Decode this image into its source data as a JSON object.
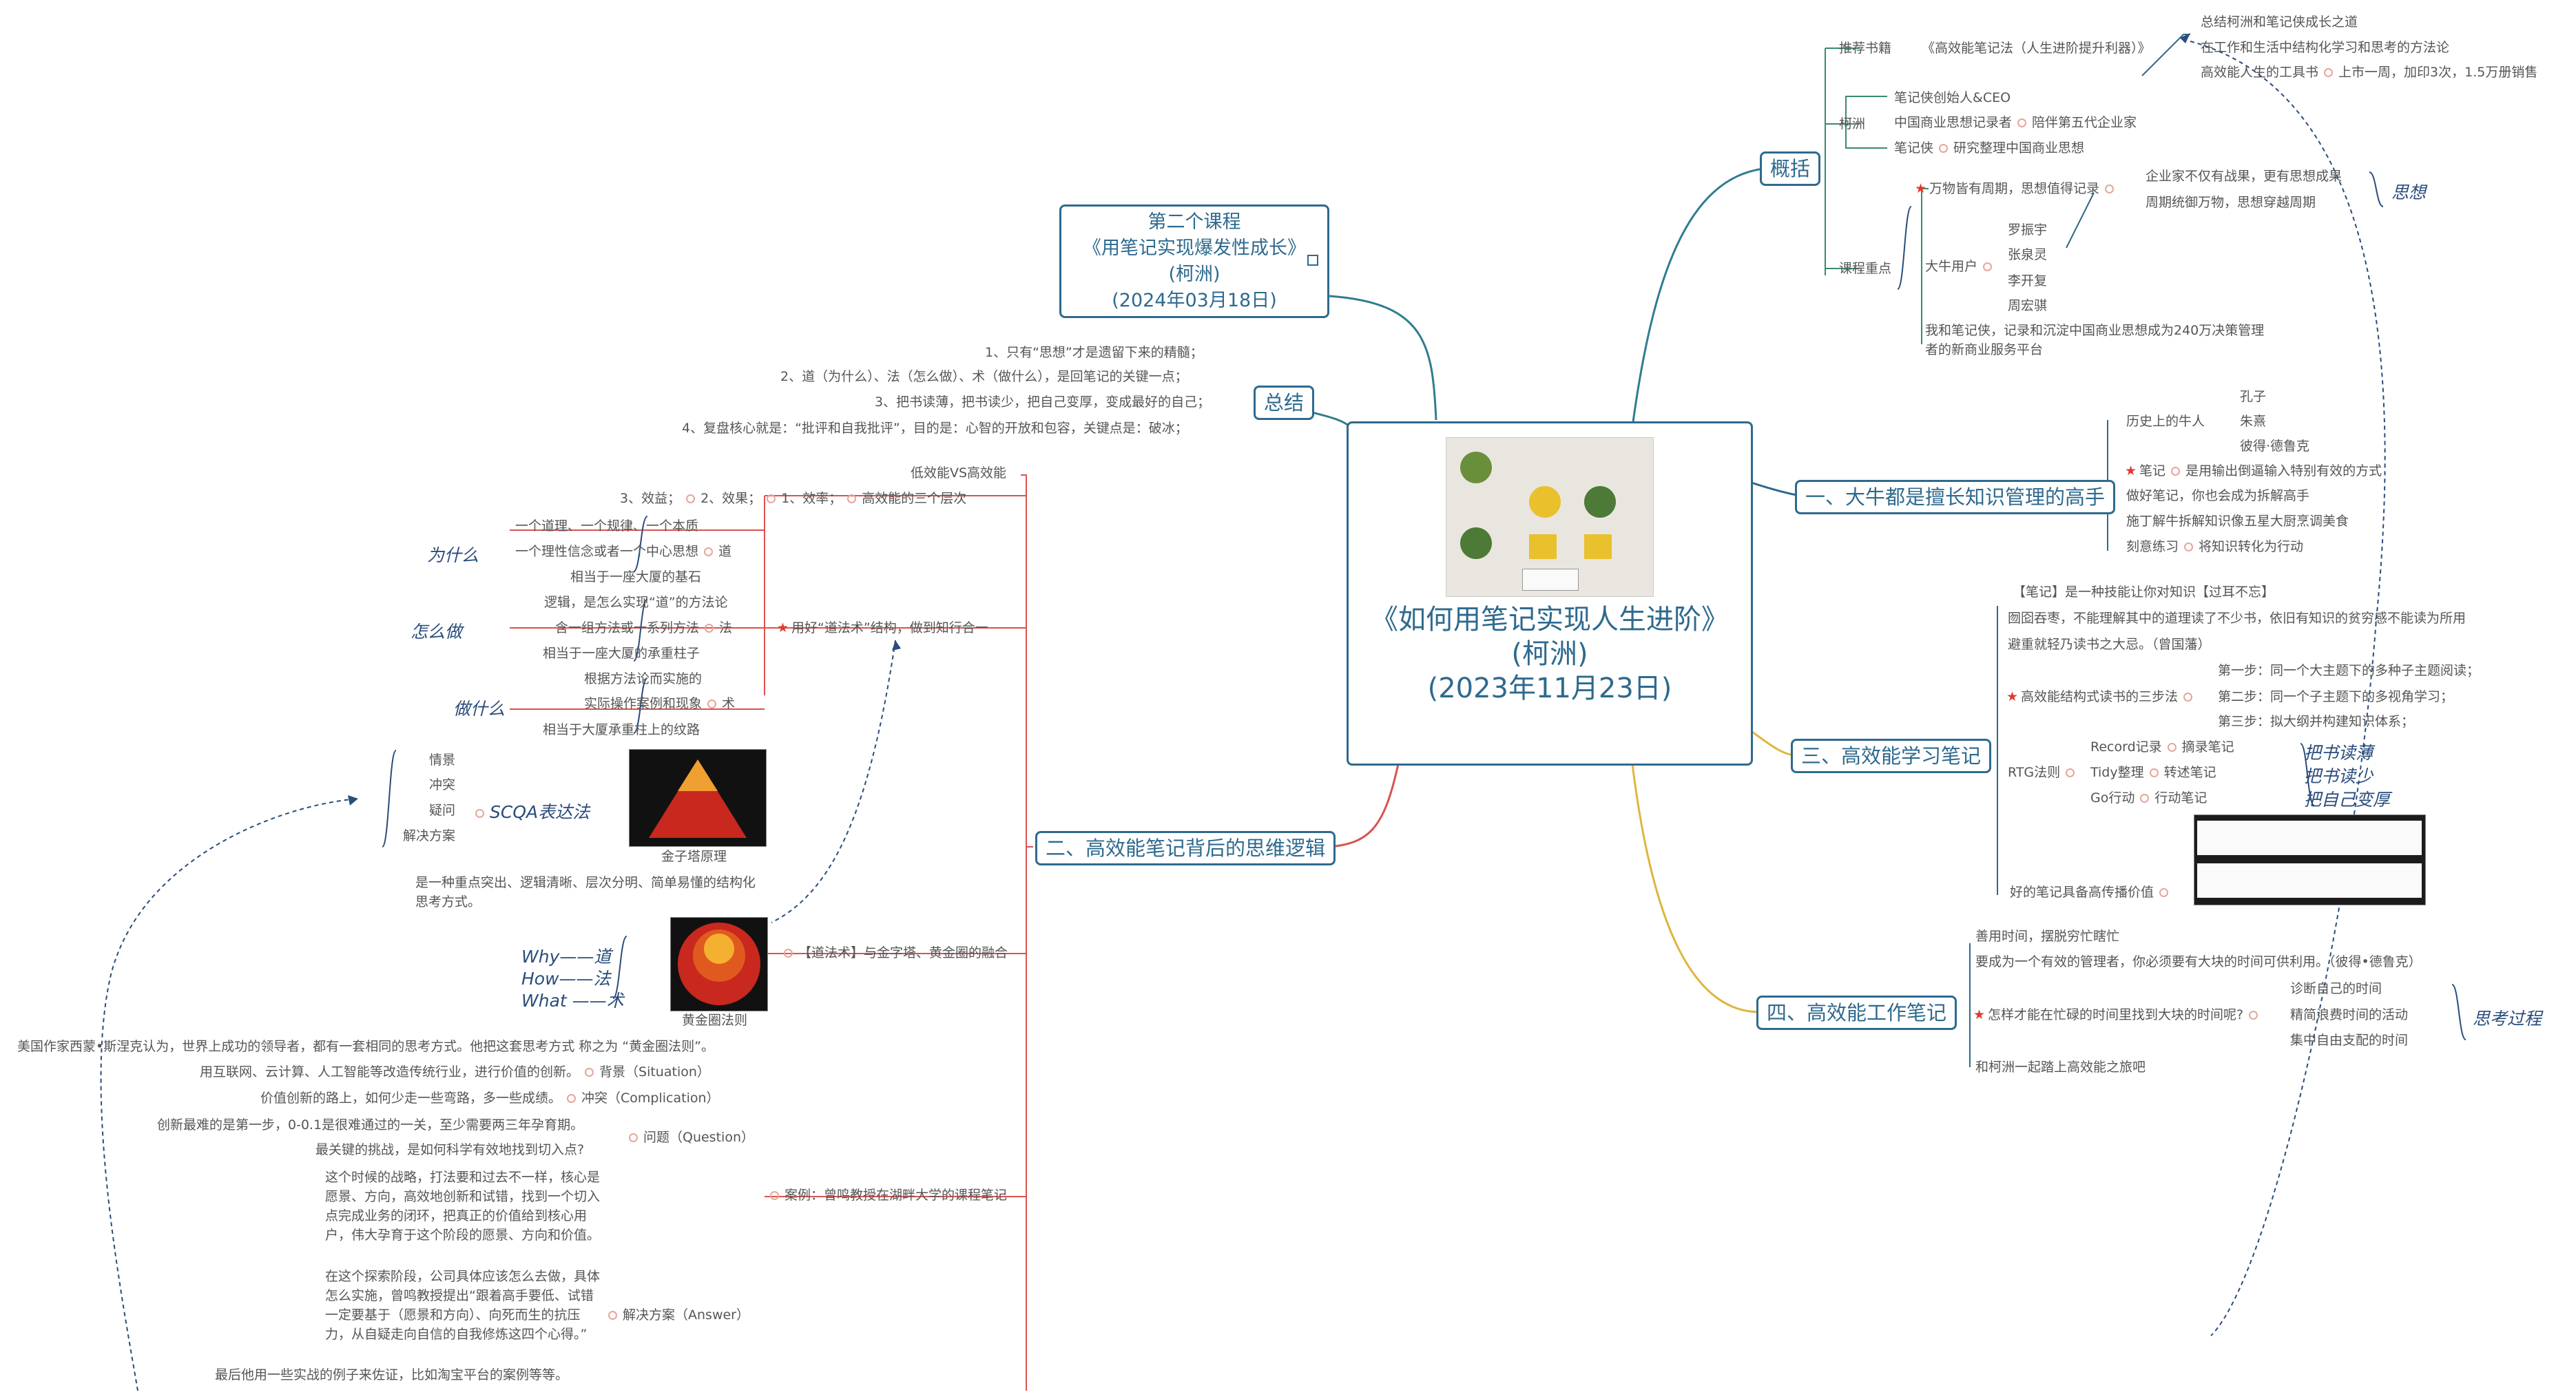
{
  "center": {
    "line1": "《如何用笔记实现人生进阶》",
    "line2": "(柯洲)",
    "line3": "(2023年11月23日)"
  },
  "course2": {
    "line1": "第二个课程",
    "line2": "《用笔记实现爆发性成长》",
    "line3": "(柯洲)",
    "line4": "(2024年03月18日)"
  },
  "overview": {
    "title": "概括",
    "rec_label": "推荐书籍",
    "rec_book": "《高效能笔记法（人生进阶提升利器）》",
    "rec_items": [
      "总结柯洲和笔记侠成长之道",
      "在工作和生活中结构化学习和思考的方法论",
      "高效能人生的工具书",
      "上市一周，加印3次，1.5万册销售"
    ],
    "ke_label": "柯洲",
    "ke_items": [
      "笔记侠创始人&CEO",
      "中国商业思想记录者",
      "陪伴第五代企业家",
      "笔记侠",
      "研究整理中国商业思想"
    ],
    "focus_label": "课程重点",
    "f1": "万物皆有周期，思想值得记录",
    "f1a": "企业家不仅有战果，更有思想成果",
    "f1b": "周期统御万物，思想穿越周期",
    "thought": "思想",
    "bigcow": "大牛用户",
    "cows": [
      "罗振宇",
      "张泉灵",
      "李开复",
      "周宏骐"
    ],
    "f3": "我和笔记侠，记录和沉淀中国商业思想成为240万决策管理者的新商业服务平台"
  },
  "summary": {
    "title": "总结",
    "items": [
      "1、只有“思想”才是遗留下来的精髓；",
      "2、道（为什么）、法（怎么做）、术（做什么），是回笔记的关键一点；",
      "3、把书读薄，把书读少，把自己变厚，变成最好的自己；",
      "4、复盘核心就是：“批评和自我批评”，目的是：心智的开放和包容，关键点是：破冰；"
    ]
  },
  "sec1": {
    "title": "一、大牛都是擅长知识管理的高手",
    "hist": "历史上的牛人",
    "names": [
      "孔子",
      "朱熹",
      "彼得·德鲁克"
    ],
    "note_label": "笔记",
    "note_desc": "是用输出倒逼输入特别有效的方式",
    "i2": "做好笔记，你也会成为拆解高手",
    "i3": "施丁解牛拆解知识像五星大厨烹调美食",
    "i4": "刻意练习",
    "i4b": "将知识转化为行动"
  },
  "sec2": {
    "title": "二、高效能笔记背后的思维逻辑",
    "levels_head": "低效能VS高效能",
    "levels": [
      "3、效益；",
      "2、效果；",
      "1、效率；",
      "高效能的三个层次"
    ],
    "dao": [
      "一个道理、一个规律、一个本质",
      "一个理性信念或者一个中心思想",
      "相当于一座大厦的基石"
    ],
    "dao_label": "道",
    "why": "为什么",
    "fa": [
      "逻辑，是怎么实现“道”的方法论",
      "含一组方法或一系列方法",
      "相当于一座大厦的承重柱子"
    ],
    "fa_label": "法",
    "how": "怎么做",
    "shu": [
      "根据方法论而实施的",
      "实际操作案例和现象",
      "相当于大厦承重柱上的纹路"
    ],
    "shu_label": "术",
    "what": "做什么",
    "ydfs": "用好“道法术”结构，做到知行合一",
    "scqa_items": [
      "情景",
      "冲突",
      "疑问",
      "解决方案"
    ],
    "scqa": "SCQA表达法",
    "pyramid": "金子塔原理",
    "pyr_desc": "是一种重点突出、逻辑清晰、层次分明、简单易懂的结构化思考方式。",
    "wd": [
      "Why——道",
      "How——法",
      "What ——术"
    ],
    "golden": "黄金圈法则",
    "merge": "【道法术】与金字塔、黄金圈的融合",
    "sinek": "美国作家西蒙•斯涅克认为，世界上成功的领导者，都有一套相同的思考方式。他把这套思考方式 称之为 “黄金圈法则”。",
    "case": "案例：曾鸣教授在湖畔大学的课程笔记",
    "bg_text": "用互联网、云计算、人工智能等改造传统行业，进行价值的创新。",
    "bg_label": "背景（Situation）",
    "conf_text": "价值创新的路上，如何少走一些弯路，多一些成绩。",
    "conf_label": "冲突（Complication）",
    "q_text1": "创新最难的是第一步，0-0.1是很难通过的一关，至少需要两三年孕育期。",
    "q_text2": "最关键的挑战，是如何科学有效地找到切入点?",
    "q_label": "问题（Question）",
    "ans_text1": "这个时候的战略，打法要和过去不一样，核心是愿景、方向，高效地创新和试错，找到一个切入点完成业务的闭环，把真正的价值给到核心用户，伟大孕育于这个阶段的愿景、方向和价值。",
    "ans_text2": "在这个探索阶段，公司具体应该怎么去做，具体怎么实施，曾鸣教授提出“跟着高手要低、试错一定要基于（愿景和方向）、向死而生的抗压力，从自疑走向自信的自我修炼这四个心得。”",
    "ans_label": "解决方案（Answer）",
    "ans_text3": "最后他用一些实战的例子来佐证，比如淘宝平台的案例等等。"
  },
  "sec3": {
    "title": "三、高效能学习笔记",
    "i1": "【笔记】是一种技能让你对知识【过耳不忘】",
    "i2a": "囫囵吞枣，不能理解其中的道理读了不少书，依旧有知识的贫穷感不能读为所用",
    "i2b": "避重就轻乃读书之大忌。（曾国藩）",
    "three_label": "高效能结构式读书的三步法",
    "steps": [
      "第一步：同一个大主题下的多种子主题阅读；",
      "第二步：同一个子主题下的多视角学习；",
      "第三步：拟大纲并构建知识体系；"
    ],
    "rtg": "RTG法则",
    "rtg_items": [
      [
        "Record记录",
        "摘录笔记"
      ],
      [
        "Tidy整理",
        "转述笔记"
      ],
      [
        "Go行动",
        "行动笔记"
      ]
    ],
    "rtg_out": [
      "把书读薄",
      "把书读少",
      "把自己变厚"
    ],
    "i5": "好的笔记具备高传播价值"
  },
  "sec4": {
    "title": "四、高效能工作笔记",
    "i1": "善用时间，摆脱穷忙瞎忙",
    "i2": "要成为一个有效的管理者，你必须要有大块的时间可供利用。（彼得•德鲁克）",
    "i3": "怎样才能在忙碌的时间里找到大块的时间呢?",
    "subs": [
      "诊断自己的时间",
      "精简浪费时间的活动",
      "集中自由支配的时间"
    ],
    "thinking": "思考过程",
    "i4": "和柯洲一起踏上高效能之旅吧"
  },
  "colors": {
    "blue": "#2e6a8e",
    "red": "#d9534f",
    "orange": "#e0b53c",
    "green": "#3a8a6a"
  }
}
